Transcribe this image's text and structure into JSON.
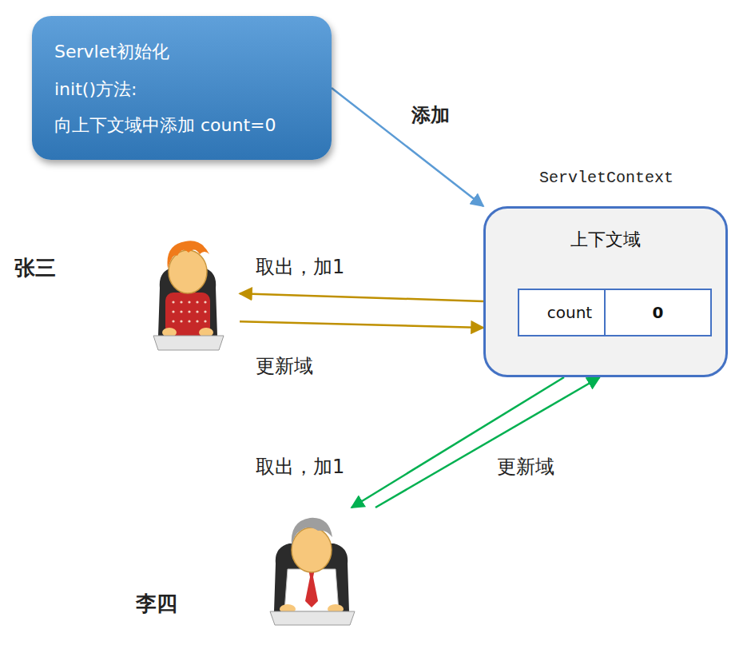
{
  "diagram": {
    "nodes": [
      {
        "text": [
          "Servlet初始化",
          "init()方法:",
          "向上下文域中添加 count=0"
        ]
      },
      {
        "text": [
          "ServletContext",
          "上下文域"
        ]
      },
      {
        "text": [
          "count"
        ],
        "in": 1
      },
      {
        "text": [
          "0"
        ],
        "in": 1
      },
      {
        "text": [
          "张三"
        ]
      },
      {
        "text": [
          "李四"
        ]
      }
    ],
    "edges": [
      {
        "from": 0,
        "to": 1,
        "label": "添加",
        "arrow": "to"
      },
      {
        "from": 1,
        "to": 4,
        "label": "取出，加1",
        "arrow": "to"
      },
      {
        "from": 4,
        "to": 1,
        "label": "更新域",
        "arrow": "to"
      },
      {
        "from": 1,
        "to": 5,
        "label": "取出，加1",
        "arrow": "to"
      },
      {
        "from": 5,
        "to": 1,
        "label": "更新域",
        "arrow": "to"
      }
    ]
  }
}
